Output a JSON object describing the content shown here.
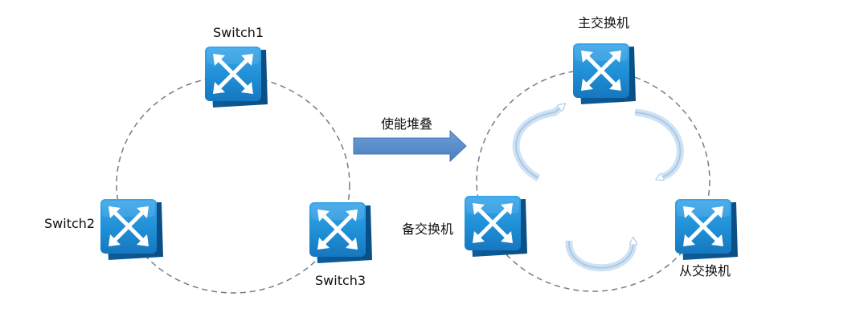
{
  "left_ring": {
    "switch_top": "Switch1",
    "switch_left": "Switch2",
    "switch_right": "Switch3"
  },
  "transition": {
    "label": "使能堆叠"
  },
  "right_ring": {
    "master": "主交换机",
    "standby": "备交换机",
    "slave": "从交换机"
  },
  "colors": {
    "switch_face": "#1f8fd6",
    "switch_edge": "#0b5e9c",
    "ring_dash": "#6f7f8e",
    "arrow_fill": "#5b8fcb",
    "cycle_arrow": "#c9dff3"
  }
}
